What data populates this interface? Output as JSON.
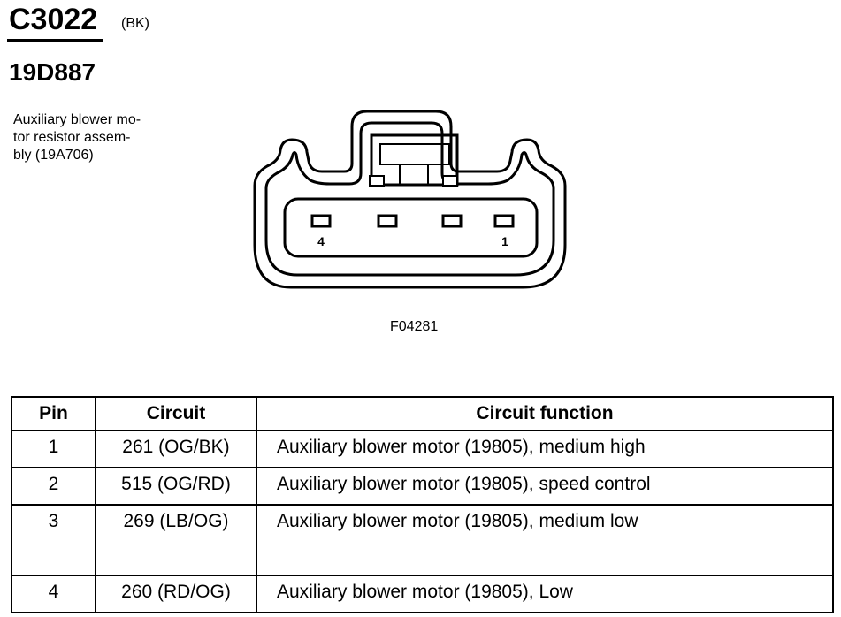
{
  "header": {
    "connector_id": "C3022",
    "connector_color": "(BK)",
    "part_number": "19D887",
    "component_lines": [
      "Auxiliary blower mo-",
      "tor resistor assem-",
      "bly (19A706)"
    ]
  },
  "diagram": {
    "pin_labels": {
      "left": "4",
      "right": "1"
    },
    "figure_id": "F04281"
  },
  "table": {
    "headers": {
      "pin": "Pin",
      "circuit": "Circuit",
      "function": "Circuit function"
    },
    "rows": [
      {
        "pin": "1",
        "circuit": "261 (OG/BK)",
        "function": "Auxiliary blower motor (19805), medium high"
      },
      {
        "pin": "2",
        "circuit": "515 (OG/RD)",
        "function": "Auxiliary blower motor (19805), speed control"
      },
      {
        "pin": "3",
        "circuit": "269 (LB/OG)",
        "function": "Auxiliary blower motor (19805), medium low"
      },
      {
        "pin": "4",
        "circuit": "260 (RD/OG)",
        "function": "Auxiliary blower motor (19805), Low"
      }
    ]
  }
}
